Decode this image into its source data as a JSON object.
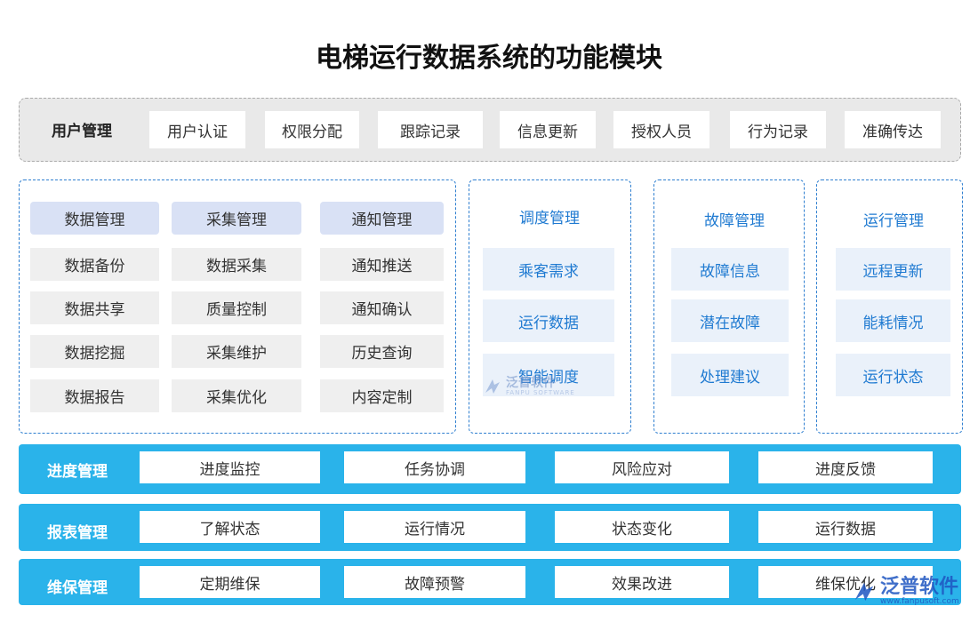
{
  "title": "电梯运行数据系统的功能模块",
  "user_management": {
    "label": "用户管理",
    "items": [
      "用户认证",
      "权限分配",
      "跟踪记录",
      "信息更新",
      "授权人员",
      "行为记录",
      "准确传达"
    ]
  },
  "data_group": {
    "columns": [
      {
        "header": "数据管理",
        "items": [
          "数据备份",
          "数据共享",
          "数据挖掘",
          "数据报告"
        ]
      },
      {
        "header": "采集管理",
        "items": [
          "数据采集",
          "质量控制",
          "采集维护",
          "采集优化"
        ]
      },
      {
        "header": "通知管理",
        "items": [
          "通知推送",
          "通知确认",
          "历史查询",
          "内容定制"
        ]
      }
    ]
  },
  "dispatch": {
    "header": "调度管理",
    "items": [
      "乘客需求",
      "运行数据",
      "智能调度"
    ]
  },
  "fault": {
    "header": "故障管理",
    "items": [
      "故障信息",
      "潜在故障",
      "处理建议"
    ]
  },
  "operation": {
    "header": "运行管理",
    "items": [
      "远程更新",
      "能耗情况",
      "运行状态"
    ]
  },
  "bars": [
    {
      "label": "进度管理",
      "items": [
        "进度监控",
        "任务协调",
        "风险应对",
        "进度反馈"
      ]
    },
    {
      "label": "报表管理",
      "items": [
        "了解状态",
        "运行情况",
        "状态变化",
        "运行数据"
      ]
    },
    {
      "label": "维保管理",
      "items": [
        "定期维保",
        "故障预警",
        "效果改进",
        "维保优化"
      ]
    }
  ],
  "watermark": {
    "brand": "泛普软件",
    "sub": "FANPU SOFTWARE",
    "url": "www.fanpusoft.com"
  },
  "colors": {
    "accent_blue": "#2ab3ea",
    "text_blue": "#1f7ad1",
    "header_fill": "#d9e1f5",
    "light_blue_fill": "#eaf1fa"
  }
}
